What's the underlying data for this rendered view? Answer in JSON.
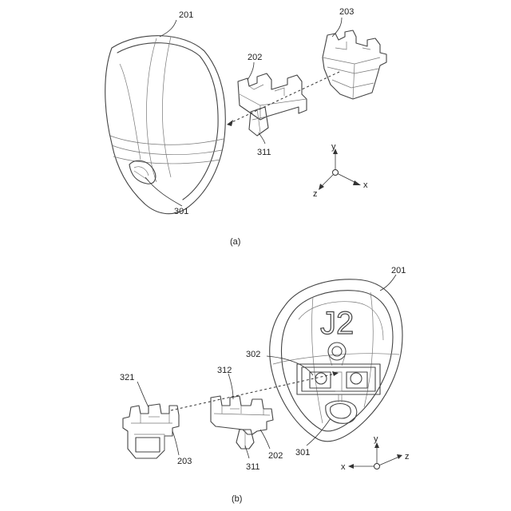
{
  "panel_a": {
    "caption": "(a)",
    "labels": {
      "shell": "201",
      "block_202": "202",
      "block_203": "203",
      "stem": "311",
      "socket": "301"
    },
    "axes": {
      "y": "y",
      "x": "x",
      "z": "z"
    }
  },
  "panel_b": {
    "caption": "(b)",
    "labels": {
      "shell": "201",
      "socket_upper": "302",
      "block_203_top": "321",
      "block_203": "203",
      "block_202_top": "312",
      "block_202": "202",
      "stem": "311",
      "socket": "301"
    },
    "axes": {
      "y": "y",
      "x": "x",
      "z": "z"
    },
    "engraving": "J2"
  }
}
